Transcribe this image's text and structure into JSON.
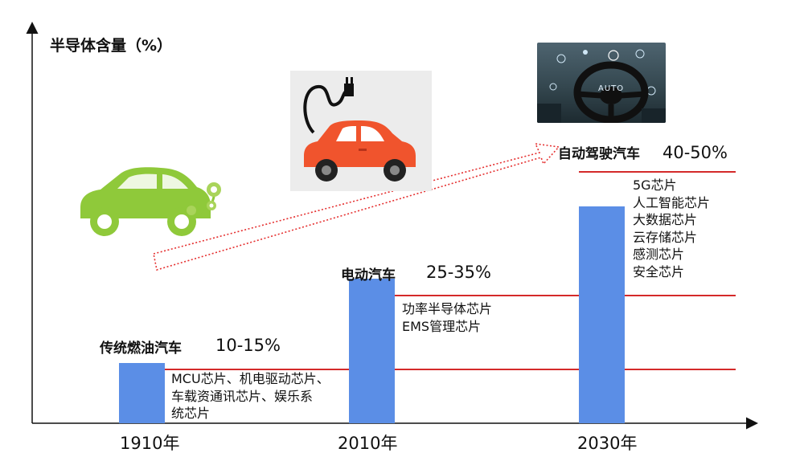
{
  "axis": {
    "ylabel": "半导体含量（%）"
  },
  "chart_data": {
    "type": "bar",
    "categories": [
      "1910年",
      "2010年",
      "2030年"
    ],
    "series": [
      {
        "values": [
          12.5,
          30,
          45
        ]
      }
    ],
    "ranges": [
      "10-15%",
      "25-35%",
      "40-50%"
    ],
    "ylabel": "半导体含量（%）",
    "xlabel": "",
    "ylim": [
      0,
      55
    ],
    "grid": false,
    "bar_color": "#5b8ee6",
    "line_color": "#d42a2a"
  },
  "stages": [
    {
      "name": "传统燃油汽车",
      "range": "10-15%",
      "year": "1910年",
      "chips": [
        "MCU芯片、机电驱动芯片、",
        "车载资通讯芯片、娱乐系",
        "统芯片"
      ]
    },
    {
      "name": "电动汽车",
      "range": "25-35%",
      "year": "2010年",
      "chips": [
        "功率半导体芯片",
        "EMS管理芯片"
      ]
    },
    {
      "name": "自动驾驶汽车",
      "range": "40-50%",
      "year": "2030年",
      "chips": [
        "5G芯片",
        "人工智能芯片",
        "大数据芯片",
        "云存储芯片",
        "感测芯片",
        "安全芯片"
      ]
    }
  ],
  "images": {
    "dashboard_text": "AUTO",
    "gas_car_icon": "green-car-with-flowers-icon",
    "ev_icon": "red-car-with-plug-icon",
    "autonomous_icon": "steering-wheel-dashboard-photo"
  },
  "colors": {
    "green_car": "#8fc93a",
    "red_car": "#f0542d",
    "arrow": "#e53030"
  }
}
